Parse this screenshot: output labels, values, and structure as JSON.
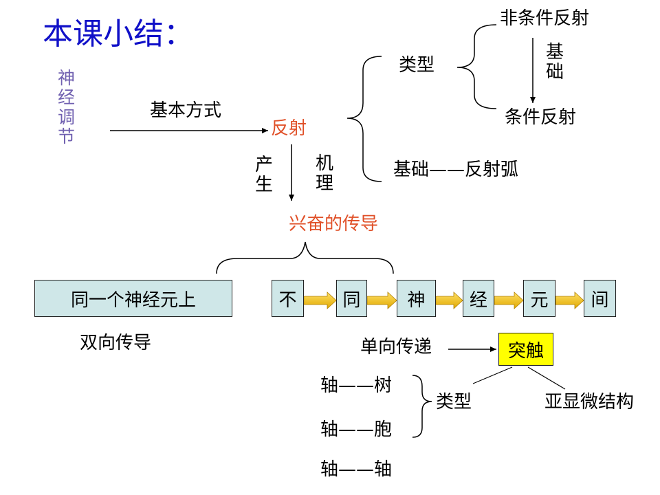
{
  "title": "本课小结：",
  "colors": {
    "title": "#1010c8",
    "accent": "#e05028",
    "side": "#7060b0",
    "box_fill": "#cfe7e8",
    "highlight": "#ffff00",
    "arrow_fill": "#f0c000"
  },
  "side_label": [
    "神",
    "经",
    "调",
    "节"
  ],
  "basic_mode_label": "基本方式",
  "reflex": "反射",
  "types_label": "类型",
  "non_conditioned": "非条件反射",
  "foundation_label": [
    "基",
    "础"
  ],
  "conditioned": "条件反射",
  "reflex_basis": "基础——反射弧",
  "produce_label": [
    "产",
    "生"
  ],
  "mechanism_label": [
    "机",
    "理"
  ],
  "excitation": "兴奋的传导",
  "same_neuron": "同一个神经元上",
  "bidirectional": "双向传导",
  "chain": [
    "不",
    "同",
    "神",
    "经",
    "元",
    "间"
  ],
  "unidirectional": "单向传递",
  "synapse": "突触",
  "synapse_types": [
    "轴——树",
    "轴——胞",
    "轴——轴"
  ],
  "synapse_types_label": "类型",
  "submicro": "亚显微结构"
}
